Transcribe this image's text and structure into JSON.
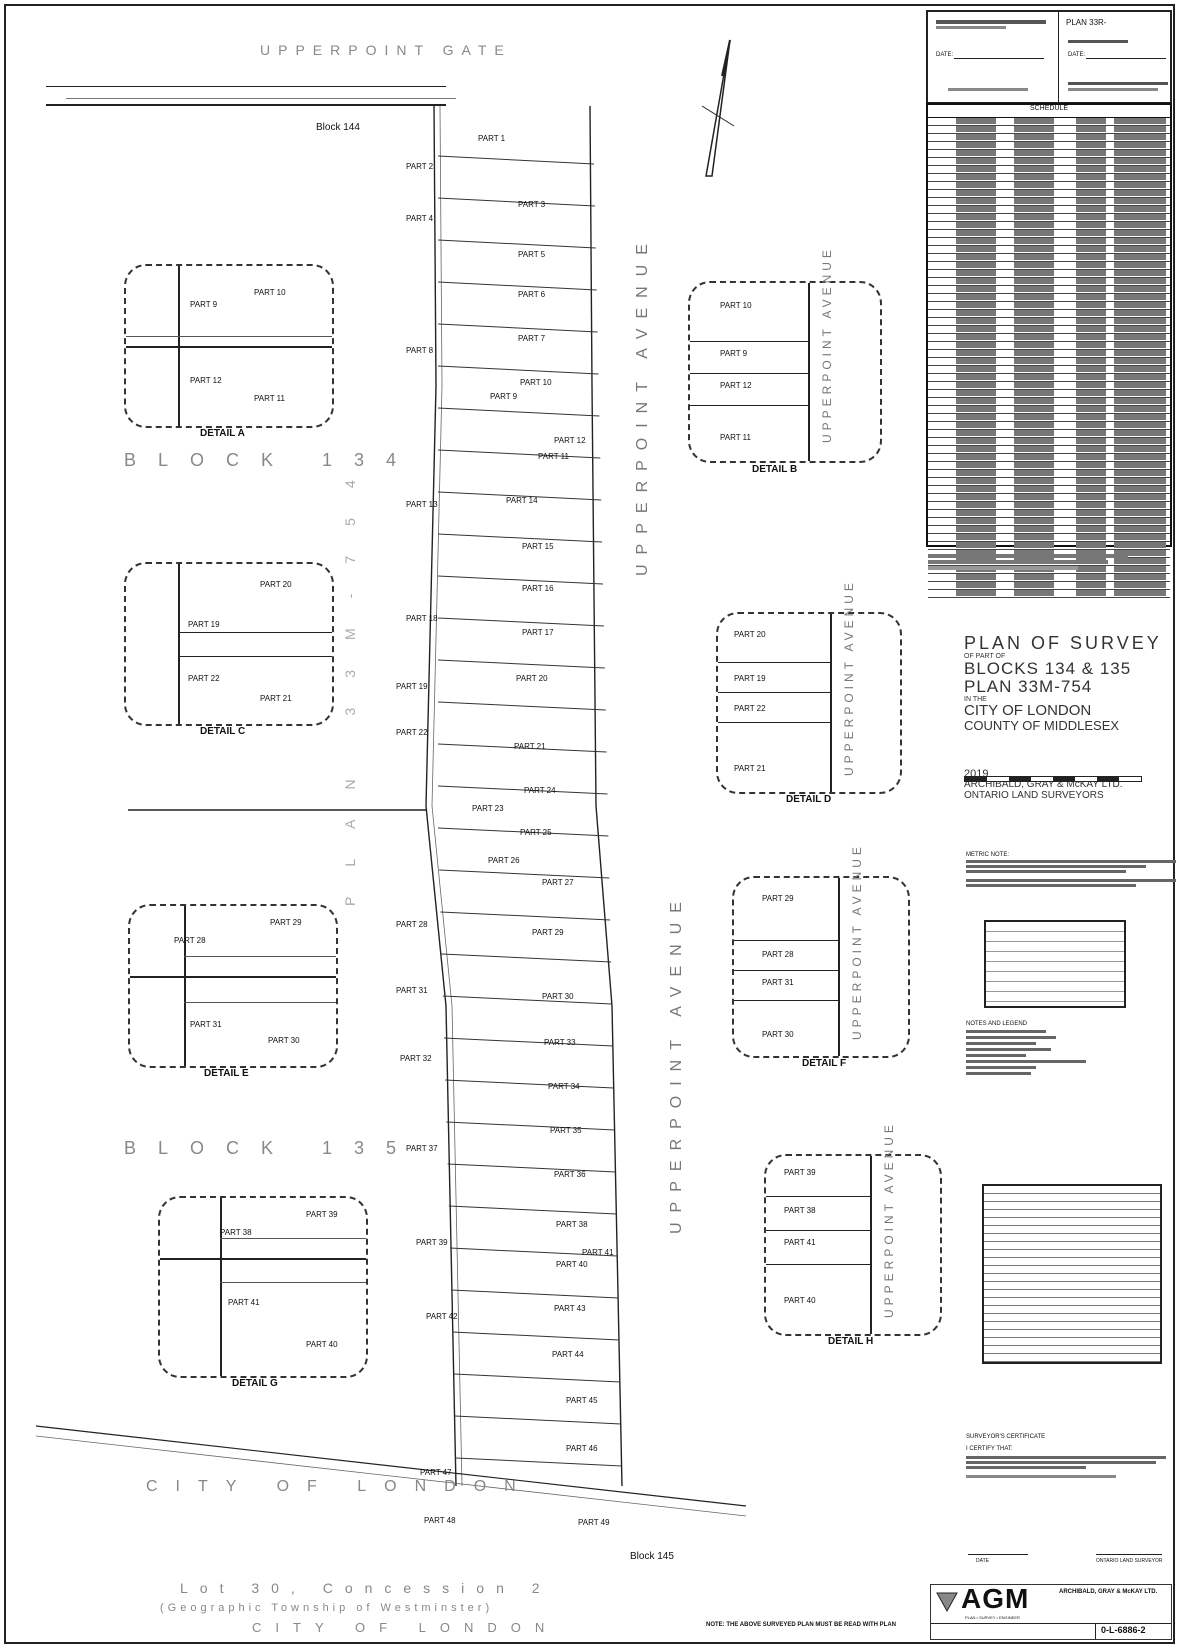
{
  "plan_no": "PLAN 33R-",
  "top_right_labels": {
    "date_label": "DATE:",
    "plan_label": "PLAN 33R-"
  },
  "coord_table_title": "SCHEDULE",
  "streets": {
    "north": "UPPERPOINT GATE",
    "east_main": "UPPERPOINT AVENUE",
    "east_lower": "UPPERPOINT AVENUE"
  },
  "blocks": {
    "block134": "BLOCK 134",
    "block135": "BLOCK 135",
    "plan_vertical": "PLAN 33M-754",
    "city_bottom": "CITY OF LONDON",
    "lot_line": "Lot 30, Concession 2",
    "township": "(Geographic Township of Westminster)",
    "city_bottom2": "CITY OF LONDON",
    "block_144": "Block 144",
    "block_145": "Block 145"
  },
  "parts": [
    "PART 1",
    "PART 2",
    "PART 3",
    "PART 4",
    "PART 5",
    "PART 6",
    "PART 7",
    "PART 8",
    "PART 9",
    "PART 10",
    "PART 11",
    "PART 12",
    "PART 13",
    "PART 14",
    "PART 15",
    "PART 16",
    "PART 17",
    "PART 18",
    "PART 19",
    "PART 20",
    "PART 21",
    "PART 22",
    "PART 23",
    "PART 24",
    "PART 25",
    "PART 26",
    "PART 27",
    "PART 28",
    "PART 29",
    "PART 30",
    "PART 31",
    "PART 32",
    "PART 33",
    "PART 34",
    "PART 35",
    "PART 36",
    "PART 37",
    "PART 38",
    "PART 39",
    "PART 40",
    "PART 41",
    "PART 42",
    "PART 43",
    "PART 44",
    "PART 45",
    "PART 46",
    "PART 47",
    "PART 48",
    "PART 49"
  ],
  "details": {
    "A": {
      "caption": "DETAIL A",
      "parts": [
        "PART 10",
        "PART 9",
        "PART 12",
        "PART 11"
      ]
    },
    "B": {
      "caption": "DETAIL B",
      "parts": [
        "PART 10",
        "PART 9",
        "PART 12",
        "PART 11"
      ],
      "street": "UPPERPOINT AVENUE"
    },
    "C": {
      "caption": "DETAIL C",
      "parts": [
        "PART 20",
        "PART 19",
        "PART 22",
        "PART 21"
      ]
    },
    "D": {
      "caption": "DETAIL D",
      "parts": [
        "PART 20",
        "PART 19",
        "PART 22",
        "PART 21"
      ],
      "street": "UPPERPOINT AVENUE"
    },
    "E": {
      "caption": "DETAIL E",
      "parts": [
        "PART 29",
        "PART 28",
        "PART 31",
        "PART 30"
      ]
    },
    "F": {
      "caption": "DETAIL F",
      "parts": [
        "PART 29",
        "PART 28",
        "PART 31",
        "PART 30"
      ],
      "street": "UPPERPOINT AVENUE"
    },
    "G": {
      "caption": "DETAIL G",
      "parts": [
        "PART 39",
        "PART 38",
        "PART 41",
        "PART 40"
      ]
    },
    "H": {
      "caption": "DETAIL H",
      "parts": [
        "PART 39",
        "PART 38",
        "PART 41",
        "PART 40"
      ],
      "street": "UPPERPOINT AVENUE"
    }
  },
  "title": {
    "line1": "PLAN OF SURVEY",
    "line2": "OF PART OF",
    "line3": "BLOCKS 134 & 135",
    "line4": "PLAN 33M-754",
    "line5": "IN THE",
    "line6": "CITY OF LONDON",
    "line7": "COUNTY OF MIDDLESEX",
    "year": "2019",
    "firm": "ARCHIBALD, GRAY & McKAY LTD.",
    "firm2": "ONTARIO LAND SURVEYORS"
  },
  "notes_headings": {
    "metric": "METRIC NOTE:",
    "legend": "NOTES AND LEGEND",
    "surveyor": "SURVEYOR'S CERTIFICATE",
    "certify": "I CERTIFY THAT:"
  },
  "sign_labels": {
    "left": "DATE",
    "right": "ONTARIO LAND SURVEYOR"
  },
  "logo": {
    "mark": "AGM",
    "company": "ARCHIBALD, GRAY & McKAY LTD.",
    "tag": "PLAN • SURVEY • ENGINEER",
    "drawing_no": "0-L-6886-2"
  },
  "bottom_note": "NOTE: THE ABOVE SURVEYED PLAN MUST BE READ WITH PLAN",
  "colors": {
    "ink": "#111111",
    "grey_text": "#888888"
  }
}
